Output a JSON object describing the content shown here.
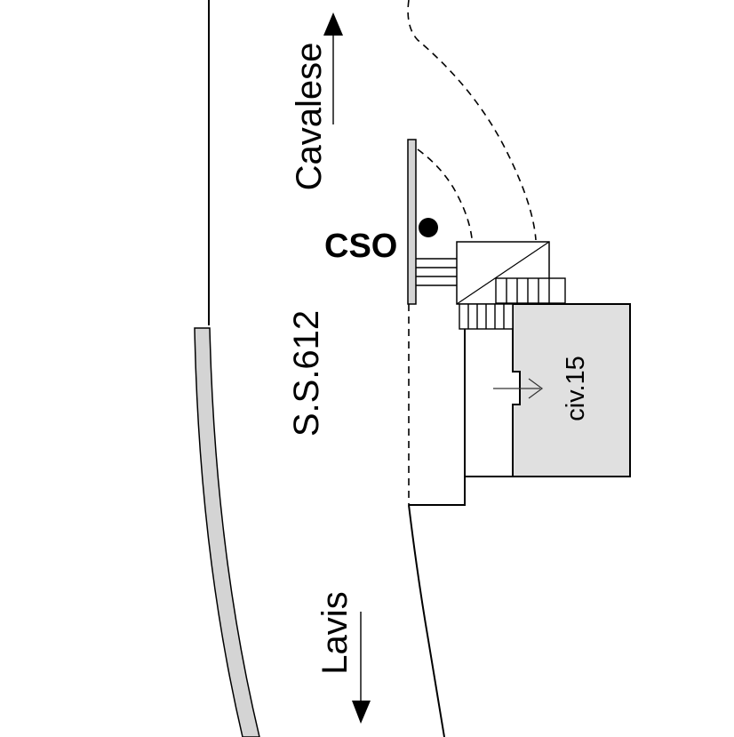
{
  "labels": {
    "north_direction": "Cavalese",
    "south_direction": "Lavis",
    "road": "S.S.612",
    "marker": "CSO",
    "building": "civ.15"
  },
  "colors": {
    "line": "#000000",
    "building_fill": "#e0e0e0",
    "sidewalk_fill": "#d4d4d4",
    "marker_fill": "#000000"
  }
}
